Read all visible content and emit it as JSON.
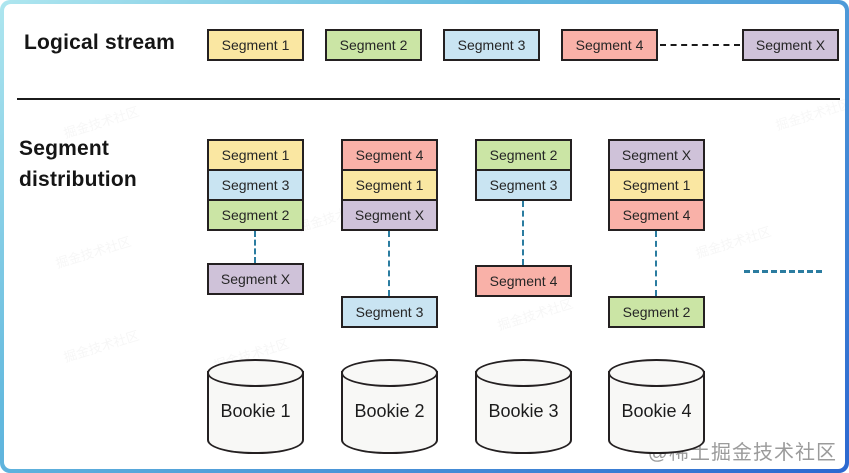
{
  "diagram_title": "Pulsar/BookKeeper segment distribution diagram",
  "logical_stream": {
    "label": "Logical stream",
    "segments": [
      {
        "label": "Segment 1",
        "color": "#fae7a2"
      },
      {
        "label": "Segment 2",
        "color": "#cbe5a5"
      },
      {
        "label": "Segment 3",
        "color": "#c9e4f2"
      },
      {
        "label": "Segment 4",
        "color": "#f9b1a8"
      },
      {
        "label": "Segment X",
        "color": "#cfc2d9"
      }
    ]
  },
  "distribution": {
    "label_line1": "Segment",
    "label_line2": "distribution",
    "columns": [
      {
        "stack": [
          {
            "label": "Segment 1",
            "color": "#fae7a2"
          },
          {
            "label": "Segment 3",
            "color": "#c9e4f2"
          },
          {
            "label": "Segment 2",
            "color": "#cbe5a5"
          }
        ],
        "detached": {
          "label": "Segment X",
          "color": "#cfc2d9"
        }
      },
      {
        "stack": [
          {
            "label": "Segment 4",
            "color": "#f9b1a8"
          },
          {
            "label": "Segment 1",
            "color": "#fae7a2"
          },
          {
            "label": "Segment X",
            "color": "#cfc2d9"
          }
        ],
        "detached": {
          "label": "Segment 3",
          "color": "#c9e4f2"
        }
      },
      {
        "stack": [
          {
            "label": "Segment 2",
            "color": "#cbe5a5"
          },
          {
            "label": "Segment 3",
            "color": "#c9e4f2"
          }
        ],
        "detached": {
          "label": "Segment 4",
          "color": "#f9b1a8"
        }
      },
      {
        "stack": [
          {
            "label": "Segment X",
            "color": "#cfc2d9"
          },
          {
            "label": "Segment 1",
            "color": "#fae7a2"
          },
          {
            "label": "Segment 4",
            "color": "#f9b1a8"
          }
        ],
        "detached": {
          "label": "Segment 2",
          "color": "#cbe5a5"
        }
      }
    ]
  },
  "bookies": [
    {
      "label": "Bookie 1"
    },
    {
      "label": "Bookie 2"
    },
    {
      "label": "Bookie 3"
    },
    {
      "label": "Bookie 4"
    }
  ],
  "watermark": {
    "main_text": "@稀土掘金技术社区",
    "faint_text": "掘金技术社区",
    "color": "#9b9b9b"
  },
  "colors": {
    "segment_yellow": "#fae7a2",
    "segment_green": "#cbe5a5",
    "segment_blue": "#c9e4f2",
    "segment_red": "#f9b1a8",
    "segment_purple": "#cfc2d9",
    "box_border": "#242021",
    "connector_teal": "#2b7ca0",
    "connector_black": "#1a1a1a",
    "frame_cyan": "#aee6ef",
    "frame_blue": "#2c68d0"
  }
}
